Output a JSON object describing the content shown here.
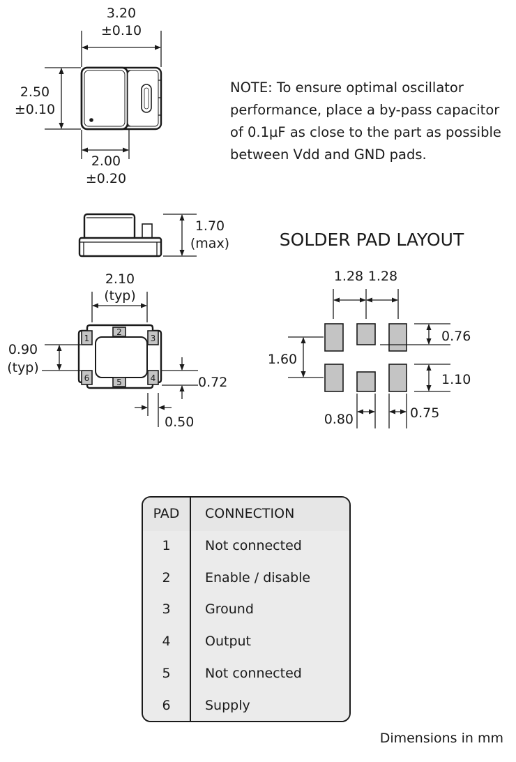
{
  "top_view": {
    "width_dim": "3.20",
    "width_tol": "±0.10",
    "height_dim": "2.50",
    "height_tol": "±0.10",
    "bottom_dim": "2.00",
    "bottom_tol": "±0.20"
  },
  "note": "NOTE: To ensure optimal oscillator performance, place a by-pass capacitor of 0.1µF as close to the part as possible between Vdd and GND pads.",
  "side_view": {
    "height_dim": "1.70",
    "height_qual": "(max)"
  },
  "bottom_view": {
    "top_dim": "2.10",
    "top_qual": "(typ)",
    "left_dim": "0.90",
    "left_qual": "(typ)",
    "pad_height_dim": "0.72",
    "pad_width_dim": "0.50",
    "pin_labels": [
      "1",
      "2",
      "3",
      "4",
      "5",
      "6"
    ]
  },
  "solder_pad": {
    "heading": "SOLDER PAD LAYOUT",
    "pitch_left": "1.28",
    "pitch_right": "1.28",
    "top_pad_height": "0.76",
    "bottom_pad_height": "1.10",
    "row_spacing": "1.60",
    "center_pad_width": "0.80",
    "side_pad_width": "0.75"
  },
  "pad_table": {
    "headers": [
      "PAD",
      "CONNECTION"
    ],
    "rows": [
      {
        "pad": "1",
        "connection": "Not connected"
      },
      {
        "pad": "2",
        "connection": "Enable / disable"
      },
      {
        "pad": "3",
        "connection": "Ground"
      },
      {
        "pad": "4",
        "connection": "Output"
      },
      {
        "pad": "5",
        "connection": "Not connected"
      },
      {
        "pad": "6",
        "connection": "Supply"
      }
    ]
  },
  "footer": "Dimensions in mm"
}
